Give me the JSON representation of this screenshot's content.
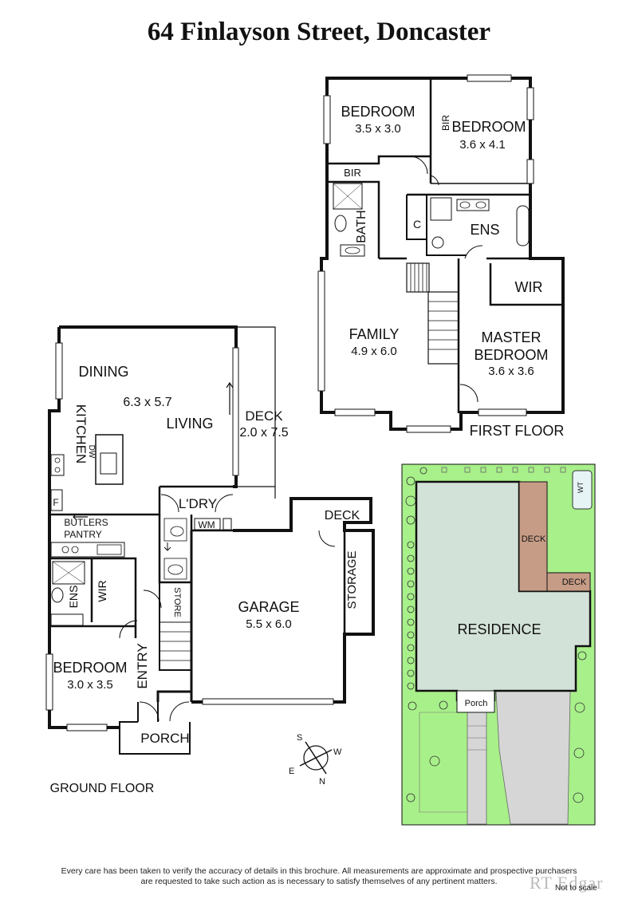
{
  "title": "64 Finlayson Street, Doncaster",
  "floors": {
    "ground": {
      "label": "GROUND FLOOR",
      "rooms": {
        "dining": "DINING",
        "living_dims": "6.3 x 5.7",
        "living": "LIVING",
        "kitchen": "KITCHEN",
        "dw": "DW",
        "fridge": "F",
        "ldry": "L'DRY",
        "wm": "WM",
        "deck": "DECK",
        "deck_dims": "2.0 x 7.5",
        "butlers": "BUTLERS",
        "pantry": "PANTRY",
        "ens": "ENS",
        "wir": "WIR",
        "store": "STORE",
        "bedroom": "BEDROOM",
        "bedroom_dims": "3.0 x 3.5",
        "entry": "ENTRY",
        "porch": "PORCH",
        "garage": "GARAGE",
        "garage_dims": "5.5 x 6.0",
        "storage": "STORAGE",
        "deck2": "DECK"
      }
    },
    "first": {
      "label": "FIRST FLOOR",
      "rooms": {
        "bedroom1": "BEDROOM",
        "bedroom1_dims": "3.5 x 3.0",
        "bir1": "BIR",
        "bir2": "BIR",
        "bedroom2": "BEDROOM",
        "bedroom2_dims": "3.6 x 4.1",
        "bath": "BATH",
        "c": "C",
        "ens": "ENS",
        "wir": "WIR",
        "family": "FAMILY",
        "family_dims": "4.9 x 6.0",
        "master1": "MASTER",
        "master2": "BEDROOM",
        "master_dims": "3.6 x 3.6"
      }
    }
  },
  "site": {
    "residence": "RESIDENCE",
    "deck1": "DECK",
    "deck2": "DECK",
    "wt": "WT",
    "porch": "Porch"
  },
  "compass": {
    "s": "S",
    "w": "W",
    "e": "E",
    "n": "N"
  },
  "footer": {
    "line1": "Every care has been taken to verify the accuracy of details in this brochure.  All measurements are approximate and prospective purchasers",
    "line2": "are requested to take such action as is necessary to satisfy themselves of any pertinent matters.",
    "logo": "RT Edgar",
    "note": "Not to scale"
  },
  "colors": {
    "wall": "#111111",
    "grass": "#a8f08a",
    "residence": "#d3e2d8",
    "deck": "#c69c86",
    "driveway": "#d6d6d6"
  }
}
